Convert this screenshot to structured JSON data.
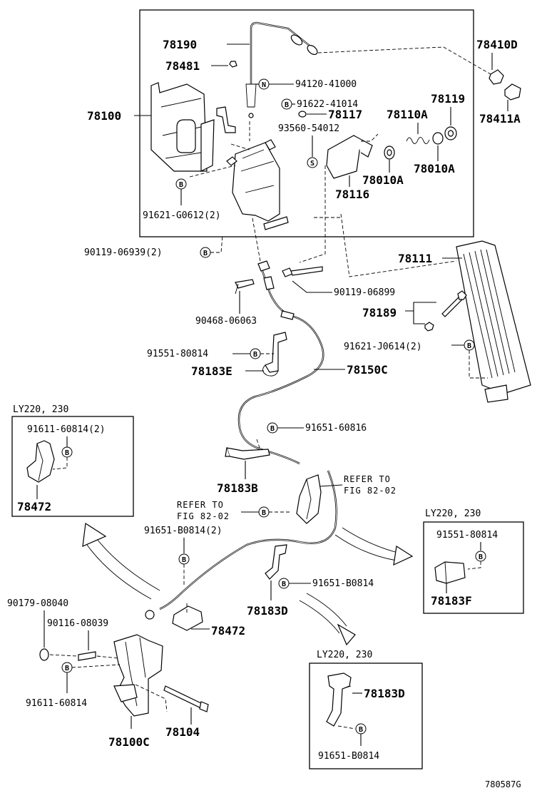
{
  "parts": {
    "p78190": "78190",
    "p78481": "78481",
    "p94120": "94120-41000",
    "p78100": "78100",
    "p91622": "91622-41014",
    "p78117": "78117",
    "p93560": "93560-54012",
    "p78119": "78119",
    "p78110A": "78110A",
    "p78010A_1": "78010A",
    "p78010A_2": "78010A",
    "p78116": "78116",
    "p91621G": "91621-G0612(2)",
    "p78410D": "78410D",
    "p78411A": "78411A",
    "p90119_06939": "90119-06939(2)",
    "p78111": "78111",
    "p90119_06899": "90119-06899",
    "p90468": "90468-06063",
    "p78189": "78189",
    "p91621J": "91621-J0614(2)",
    "p91551_main": "91551-80814",
    "p78183E": "78183E",
    "p78150C": "78150C",
    "p91651_60816": "91651-60816",
    "p78183B": "78183B",
    "refer1_a": "REFER TO",
    "refer1_b": "FIG 82-02",
    "refer2_a": "REFER TO",
    "refer2_b": "FIG 82-02",
    "p91651B_2": "91651-B0814(2)",
    "p91651B": "91651-B0814",
    "p78183D": "78183D",
    "p90179": "90179-08040",
    "p90116": "90116-08039",
    "p78472": "78472",
    "p91611": "91611-60814",
    "p78100C": "78100C",
    "p78104": "78104"
  },
  "insets": {
    "left": {
      "variant": "LY220, 230",
      "bolt": "91611-60814(2)",
      "part": "78472"
    },
    "right": {
      "variant": "LY220, 230",
      "bolt": "91551-80814",
      "part": "78183F"
    },
    "bottom": {
      "variant": "LY220, 230",
      "part": "78183D",
      "bolt": "91651-B0814"
    }
  },
  "badges": {
    "b": "B",
    "n": "N",
    "s": "S"
  },
  "figure_code": "780587G"
}
